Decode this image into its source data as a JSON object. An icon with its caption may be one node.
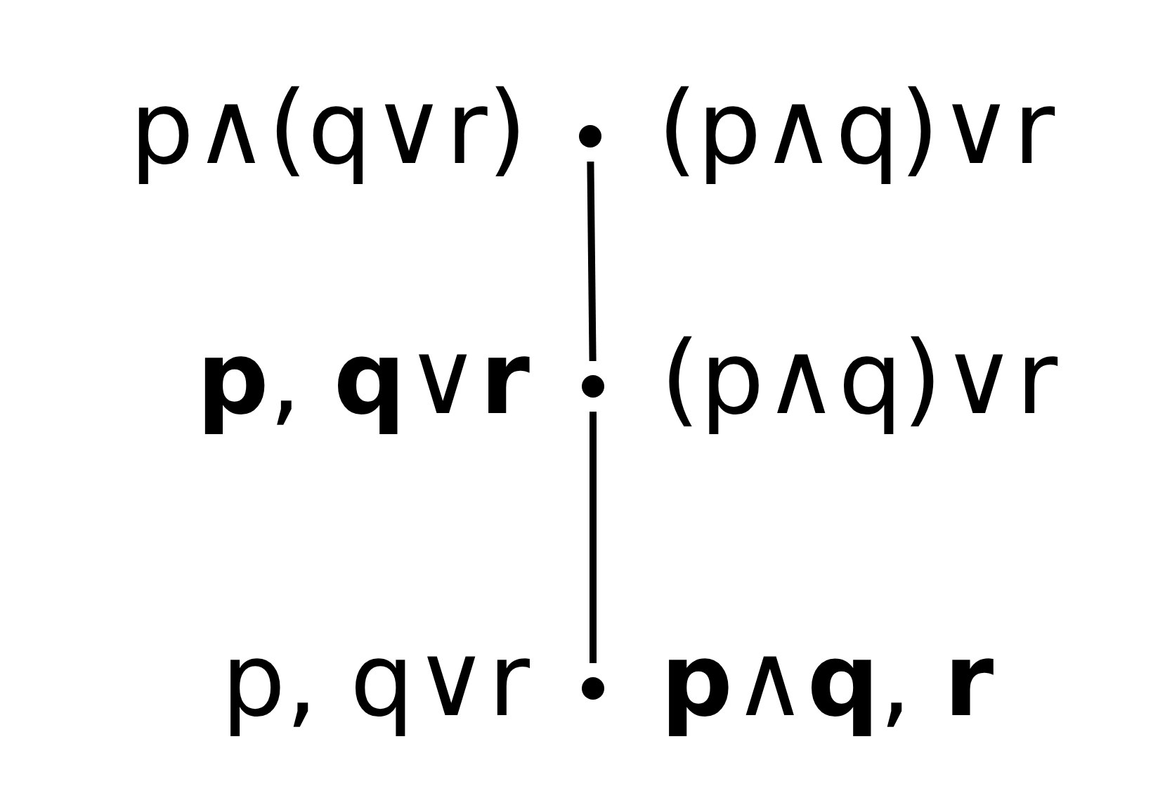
{
  "diagram": {
    "nodes": [
      {
        "text": [],
        "shape": "circle",
        "beside": [
          "p∧(q∨r)",
          "(p∧q)∨r"
        ]
      },
      {
        "text": [],
        "shape": "circle",
        "beside": [
          "**p**, **q**∨**r**",
          "(p∧q)∨r"
        ]
      },
      {
        "text": [],
        "shape": "circle",
        "beside": [
          "p, q∨r",
          "**p**∧**q**, **r**"
        ]
      }
    ],
    "edges": [
      {
        "from": 0,
        "to": 1,
        "arrow": "none"
      },
      {
        "from": 1,
        "to": 2,
        "arrow": "none"
      }
    ]
  }
}
